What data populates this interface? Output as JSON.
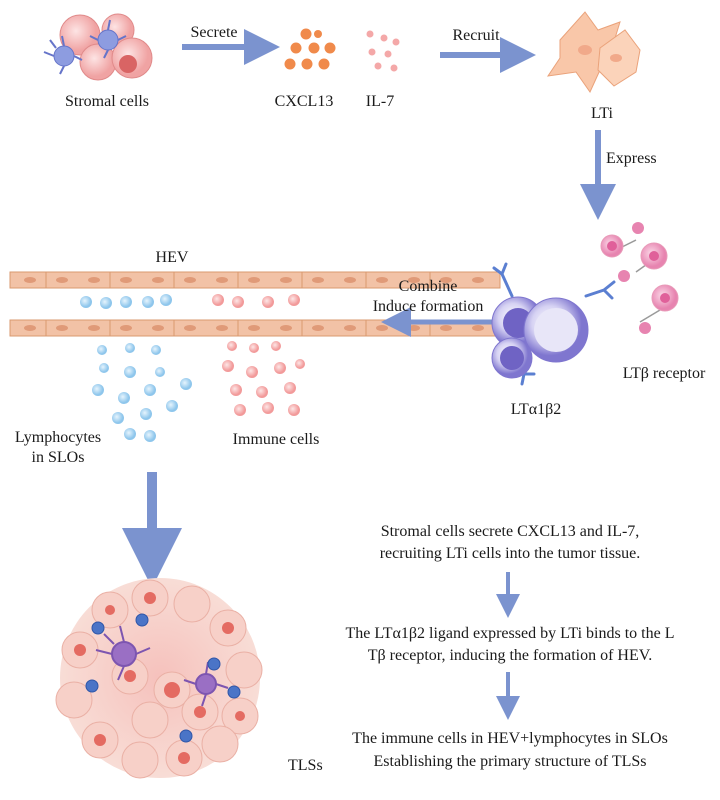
{
  "labels": {
    "stromal": "Stromal cells",
    "secrete": "Secrete",
    "cxcl13": "CXCL13",
    "il7": "IL-7",
    "recruit": "Recruit",
    "lti": "LTi",
    "express": "Express",
    "hev": "HEV",
    "combine": "Combine",
    "induce": "Induce formation",
    "ltb_receptor": "LTβ  receptor",
    "ligand": "LTα1β2",
    "lymph_1": "Lymphocytes",
    "lymph_2": "in SLOs",
    "immune": "Immune cells",
    "tls": "TLSs"
  },
  "summary": {
    "step1_line1": "Stromal cells secrete CXCL13 and IL-7,",
    "step1_line2": "recruiting LTi cells into the tumor tissue.",
    "step2_line1": "The LTα1β2 ligand expressed by LTi binds to the L",
    "step2_line2": "Tβ receptor, inducing the formation of HEV.",
    "step3_line1": "The immune cells in HEV+lymphocytes in SLOs",
    "step3_line2": "Establishing the primary structure of TLSs"
  },
  "colors": {
    "arrow": "#7b93cf",
    "cxcl13": "#f08a4b",
    "il7": "#f4a8a8",
    "vessel": "#f2c2a6",
    "lymphocyte": "#a9d3f0",
    "immune": "#f5b3b3",
    "lti_cell": "#8c84d6",
    "receptor": "#e77fae"
  }
}
